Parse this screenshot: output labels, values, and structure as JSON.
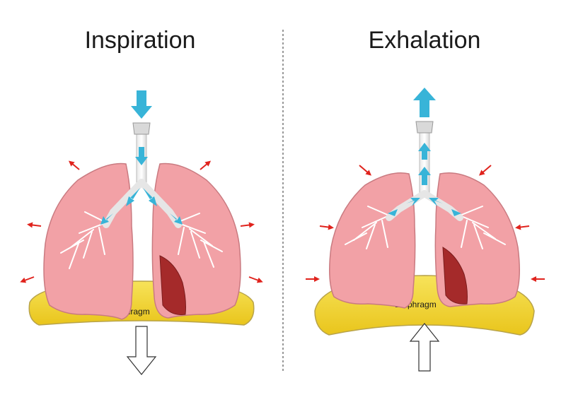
{
  "panels": {
    "inspiration": {
      "title": "Inspiration",
      "diaphragm_label": "Diaphragm"
    },
    "exhalation": {
      "title": "Exhalation",
      "diaphragm_label": "Diaphragm"
    }
  },
  "colors": {
    "lung_fill": "#f2a1a6",
    "lung_outline": "#c97a80",
    "lung_dark": "#a52a2a",
    "diaphragm": "#f3d533",
    "airflow": "#38b4d8",
    "force_arrow": "#e0231d",
    "divider": "#555555"
  }
}
